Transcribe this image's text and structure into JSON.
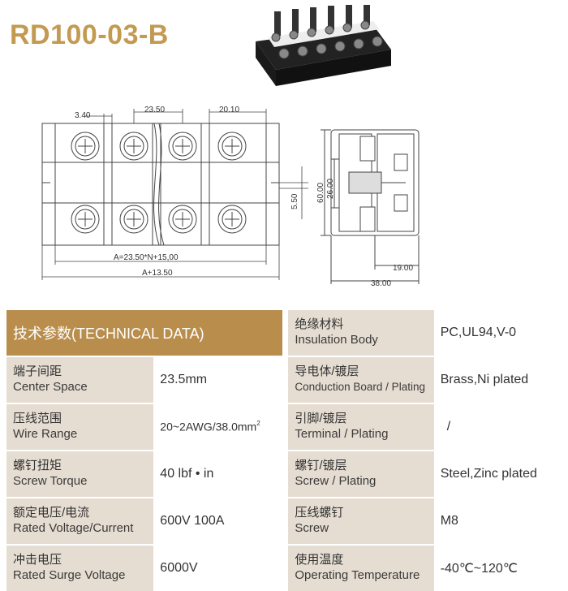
{
  "title": "RD100-03-B",
  "drawing": {
    "dim_340": "3.40",
    "dim_2350": "23.50",
    "dim_2010": "20.10",
    "dim_550": "5.50",
    "dim_formula_a": "A=23.50*N+15,00",
    "dim_formula_total": "A+13.50",
    "dim_6000": "60.00",
    "dim_2600": "26.00",
    "dim_1900": "19.00",
    "dim_3800": "38.00"
  },
  "table": {
    "header": "技术参数(TECHNICAL DATA)",
    "rows_left": [
      {
        "cn": "端子间距",
        "en": "Center Space",
        "value": "23.5mm"
      },
      {
        "cn": "压线范围",
        "en": "Wire Range",
        "value": "20~2AWG/38.0mm",
        "sup": "2"
      },
      {
        "cn": "螺钉扭矩",
        "en": "Screw Torque",
        "value": "40 lbf • in"
      },
      {
        "cn": "额定电压/电流",
        "en": "Rated Voltage/Current",
        "value": "600V 100A"
      },
      {
        "cn": "冲击电压",
        "en": "Rated Surge Voltage",
        "value": "6000V"
      }
    ],
    "rows_right": [
      {
        "cn": "绝缘材料",
        "en": "Insulation Body",
        "value": "PC,UL94,V-0"
      },
      {
        "cn": "导电体/镀层",
        "en": "Conduction Board / Plating",
        "value": "Brass,Ni plated"
      },
      {
        "cn": "引脚/镀层",
        "en": "Terminal / Plating",
        "value": "/"
      },
      {
        "cn": "螺钉/镀层",
        "en": "Screw / Plating",
        "value": "Steel,Zinc plated"
      },
      {
        "cn": "压线螺钉",
        "en": "Screw",
        "value": "M8"
      },
      {
        "cn": "使用温度",
        "en": "Operating Temperature",
        "value": "-40℃~120℃"
      }
    ]
  }
}
